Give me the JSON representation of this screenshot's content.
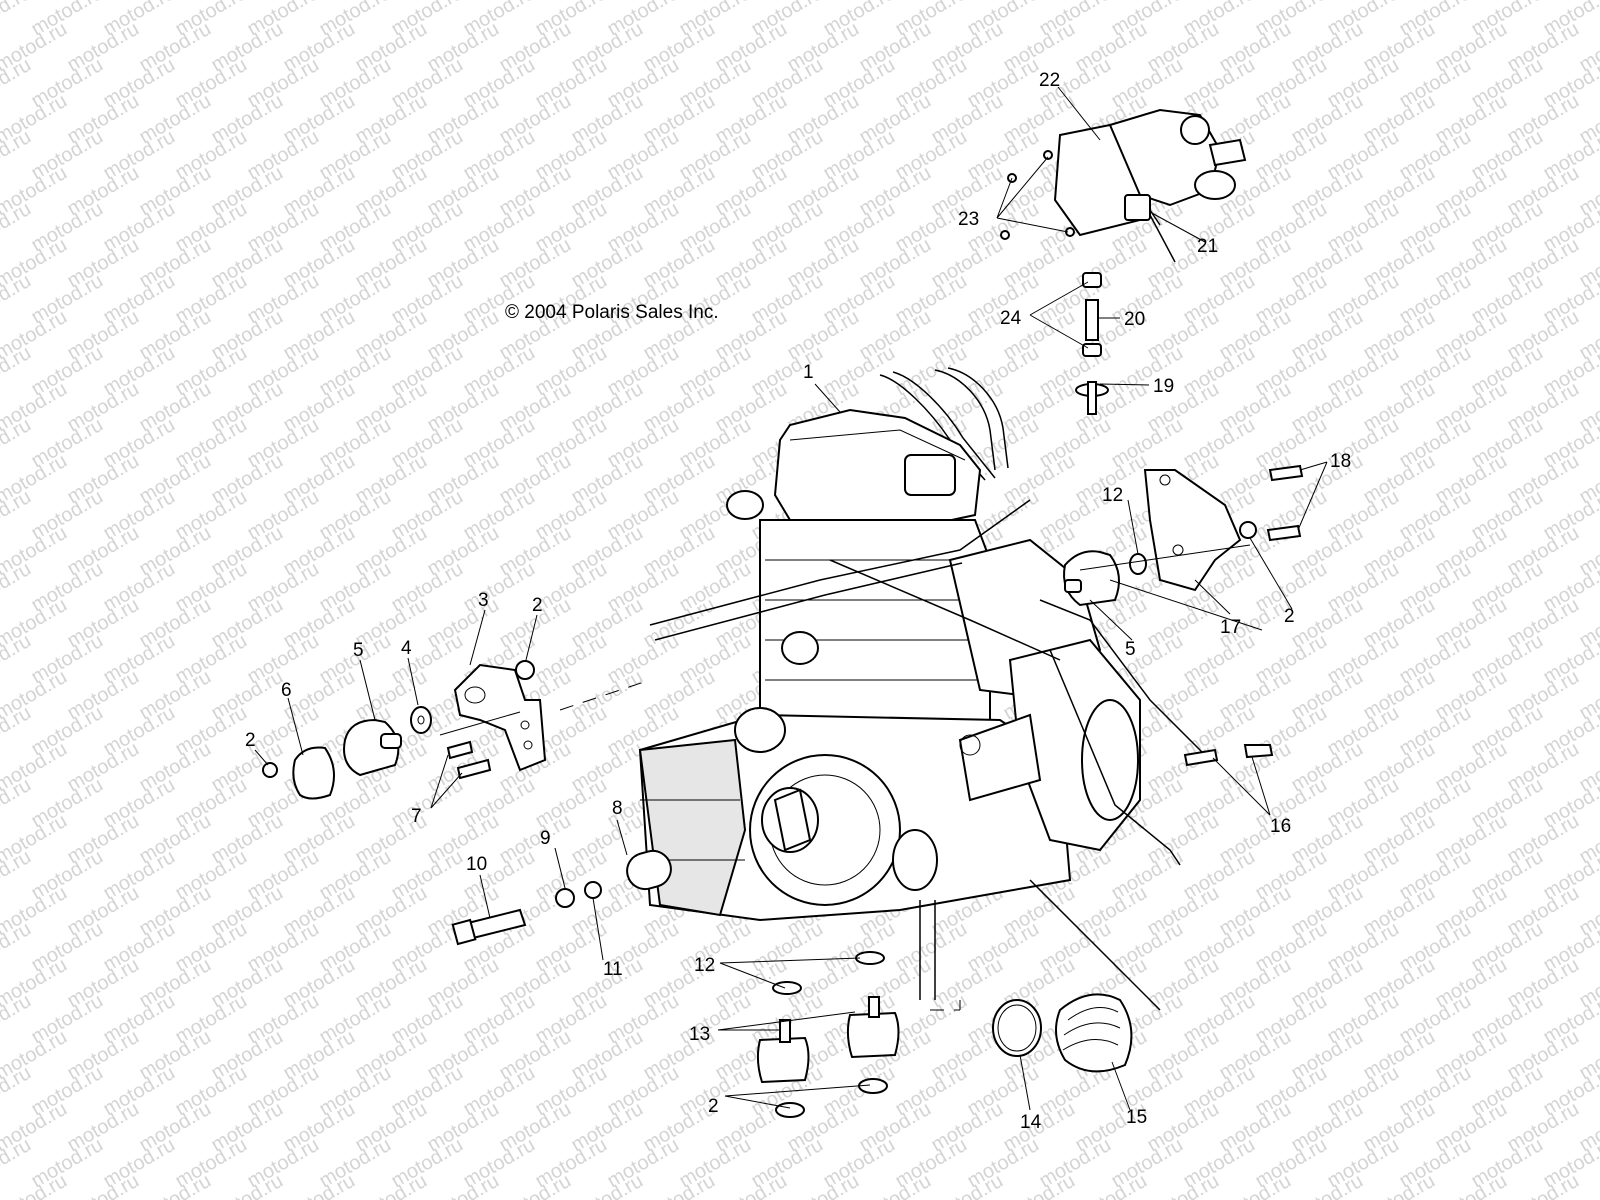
{
  "copyright": "© 2004 Polaris Sales Inc.",
  "watermark": "motod.ru",
  "callouts": [
    {
      "id": "c1",
      "label": "1"
    },
    {
      "id": "c2a",
      "label": "2"
    },
    {
      "id": "c2b",
      "label": "2"
    },
    {
      "id": "c2c",
      "label": "2"
    },
    {
      "id": "c2d",
      "label": "2"
    },
    {
      "id": "c3",
      "label": "3"
    },
    {
      "id": "c4",
      "label": "4"
    },
    {
      "id": "c5a",
      "label": "5"
    },
    {
      "id": "c5b",
      "label": "5"
    },
    {
      "id": "c6",
      "label": "6"
    },
    {
      "id": "c7",
      "label": "7"
    },
    {
      "id": "c8",
      "label": "8"
    },
    {
      "id": "c9",
      "label": "9"
    },
    {
      "id": "c10",
      "label": "10"
    },
    {
      "id": "c11",
      "label": "11"
    },
    {
      "id": "c12a",
      "label": "12"
    },
    {
      "id": "c12b",
      "label": "12"
    },
    {
      "id": "c13",
      "label": "13"
    },
    {
      "id": "c14",
      "label": "14"
    },
    {
      "id": "c15",
      "label": "15"
    },
    {
      "id": "c16",
      "label": "16"
    },
    {
      "id": "c17",
      "label": "17"
    },
    {
      "id": "c18",
      "label": "18"
    },
    {
      "id": "c19",
      "label": "19"
    },
    {
      "id": "c20",
      "label": "20"
    },
    {
      "id": "c21",
      "label": "21"
    },
    {
      "id": "c22",
      "label": "22"
    },
    {
      "id": "c23",
      "label": "23"
    },
    {
      "id": "c24",
      "label": "24"
    }
  ]
}
